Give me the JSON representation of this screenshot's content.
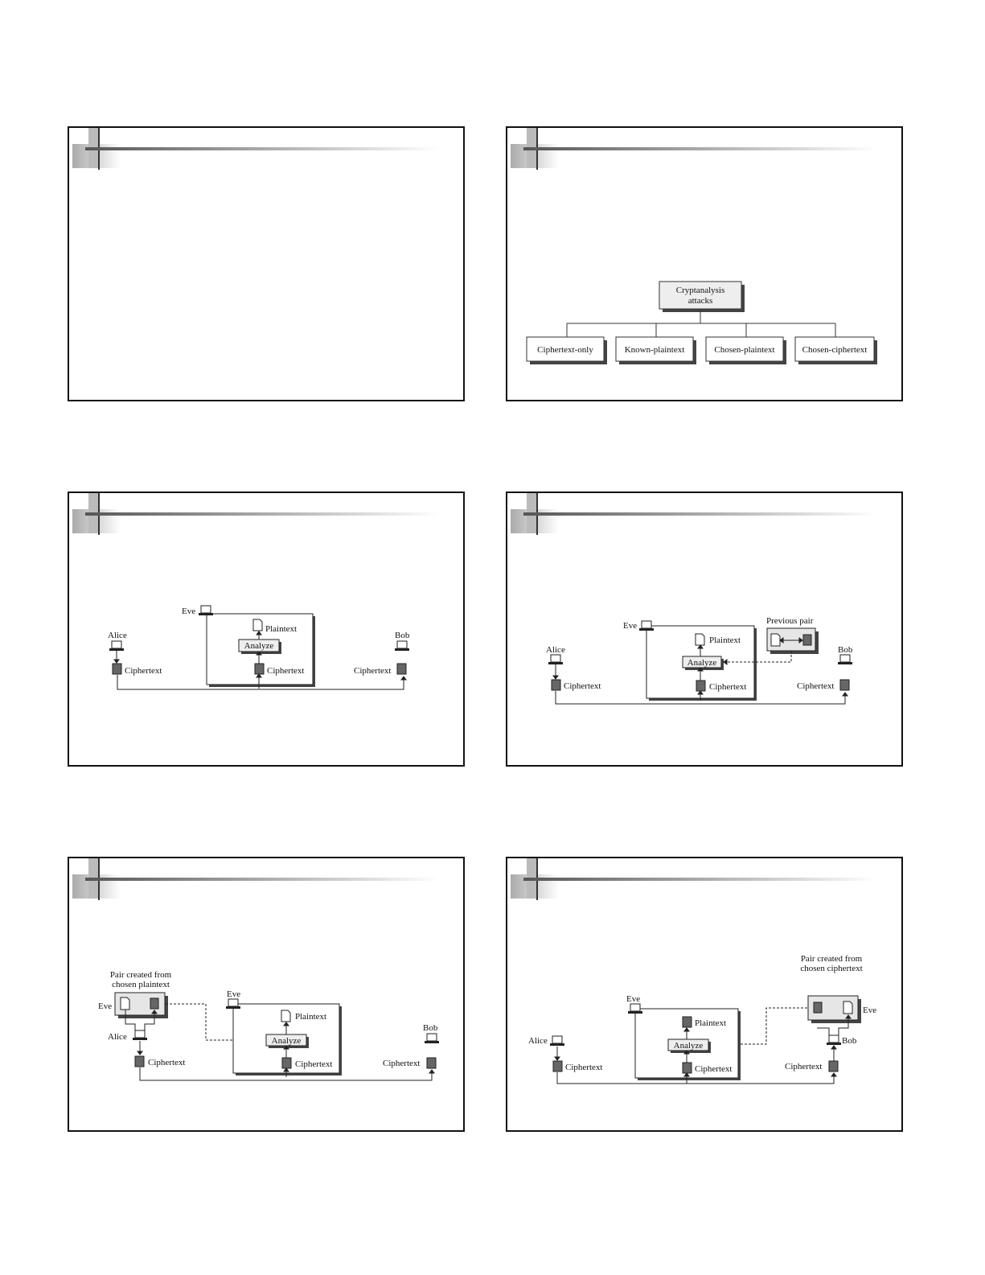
{
  "slides": [
    {
      "id": 1,
      "empty": true
    },
    {
      "id": 2,
      "tree": {
        "root": [
          "Cryptanalysis",
          "attacks"
        ],
        "children": [
          "Ciphertext-only",
          "Known-plaintext",
          "Chosen-plaintext",
          "Chosen-ciphertext"
        ]
      }
    },
    {
      "id": 3,
      "labels": {
        "eve": "Eve",
        "alice": "Alice",
        "bob": "Bob",
        "plaintext": "Plaintext",
        "analyze": "Analyze",
        "ciphertext": "Ciphertext"
      }
    },
    {
      "id": 4,
      "labels": {
        "eve": "Eve",
        "alice": "Alice",
        "bob": "Bob",
        "previous_pair": "Previous pair",
        "plaintext": "Plaintext",
        "analyze": "Analyze",
        "ciphertext": "Ciphertext"
      }
    },
    {
      "id": 5,
      "labels": {
        "pair_line1": "Pair created from",
        "pair_line2": "chosen plaintext",
        "eve": "Eve",
        "alice": "Alice",
        "bob": "Bob",
        "plaintext": "Plaintext",
        "analyze": "Analyze",
        "ciphertext": "Ciphertext"
      }
    },
    {
      "id": 6,
      "labels": {
        "pair_line1": "Pair created from",
        "pair_line2": "chosen ciphertext",
        "eve": "Eve",
        "alice": "Alice",
        "bob": "Bob",
        "plaintext": "Plaintext",
        "analyze": "Analyze",
        "ciphertext": "Ciphertext"
      }
    }
  ]
}
